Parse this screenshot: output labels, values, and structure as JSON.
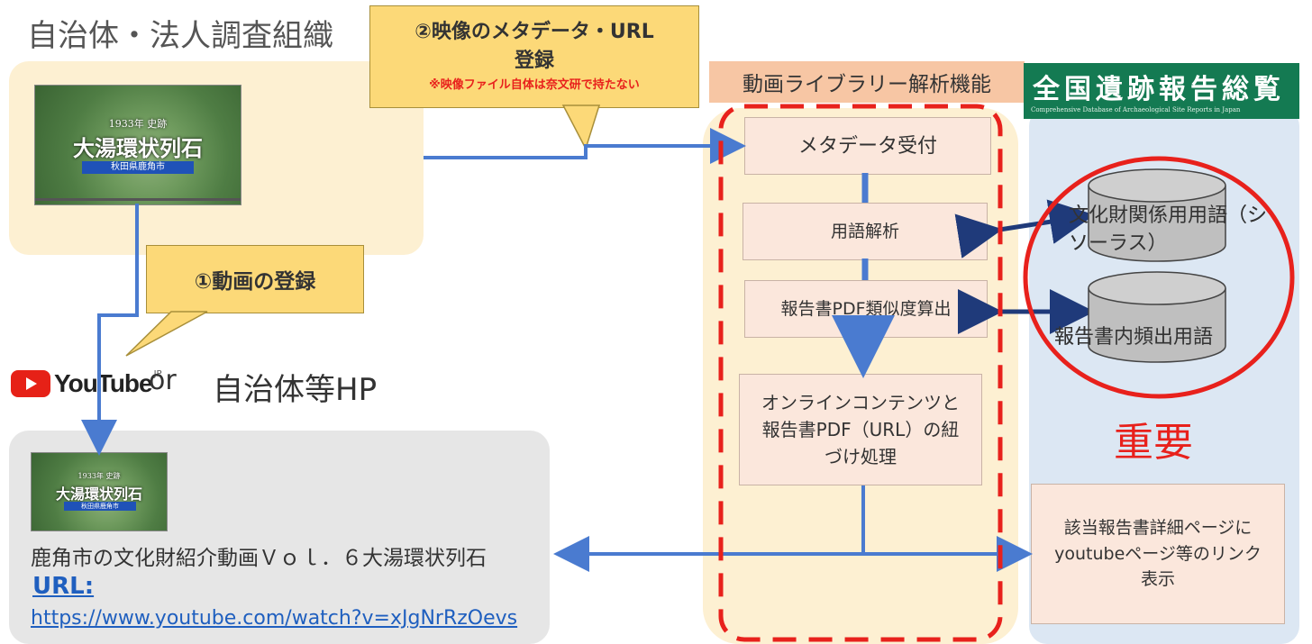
{
  "left": {
    "org_title": "自治体・法人調査組織",
    "video_thumb": {
      "line1": "1933年 史跡",
      "line2": "大湯環状列石",
      "line3": "秋田県鹿角市"
    },
    "youtube_wordmark": "YouTube",
    "youtube_sup": "JP",
    "or_text": "or",
    "hp_text": "自治体等HP",
    "video_title": "鹿角市の文化財紹介動画Ｖｏｌ．６大湯環状列石",
    "url_label": "URL:",
    "url": "https://www.youtube.com/watch?v=xJgNrRzOevs"
  },
  "callouts": {
    "step1": "①動画の登録",
    "step2_line1": "②映像のメタデータ・URL",
    "step2_line2": "登録",
    "step2_note": "※映像ファイル自体は奈文研で持たない"
  },
  "library": {
    "label": "動画ライブラリー解析機能",
    "steps": [
      "メタデータ受付",
      "用語解析",
      "報告書PDF類似度算出",
      "オンラインコンテンツと報告書PDF（URL）の紐づけ処理"
    ]
  },
  "zenkoku": {
    "title": "全国遺跡報告総覧",
    "subtitle": "Comprehensive Database of Archaeological Site Reports in Japan",
    "db1": "文化財関係用用語（シソーラス）",
    "db2": "報告書内頻出用語",
    "important": "重要",
    "result": "該当報告書詳細ページにyoutubeページ等のリンク表示"
  },
  "colors": {
    "accent_red": "#e8211c",
    "arrow_blue": "#4a7bd0",
    "dark_arrow": "#1f3a7a",
    "callout_yellow": "#fcd978",
    "step_box": "#fbe7dc"
  }
}
